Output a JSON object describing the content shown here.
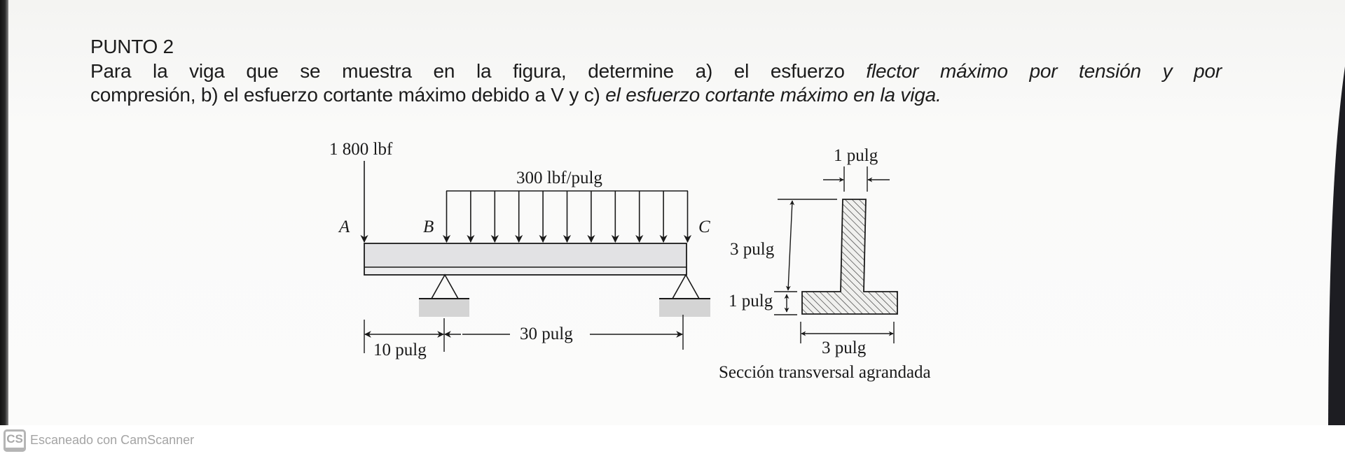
{
  "document": {
    "heading": "PUNTO 2",
    "paragraph": {
      "line1_plain": "Para la viga que se muestra en la figura, determine a) el esfuerzo ",
      "line1_italic": "flector máximo por tensión y por",
      "line2_plain": "compresión, b) el esfuerzo cortante máximo debido a V y c) ",
      "line2_italic": "el esfuerzo cortante máximo en la viga."
    }
  },
  "beam_figure": {
    "point_load_label": "1 800 lbf",
    "distributed_load_label": "300 lbf/pulg",
    "distributed_arrow_count": 11,
    "point_labels": {
      "a": "A",
      "b": "B",
      "c": "C"
    },
    "dimension_ab": "10 pulg",
    "dimension_bc": "30 pulg"
  },
  "cross_section": {
    "web_width_label": "1 pulg",
    "web_height_label": "3 pulg",
    "flange_thickness_label": "1 pulg",
    "flange_width_label": "3 pulg",
    "caption": "Sección transversal agrandada"
  },
  "footer": {
    "logo_text": "CS",
    "text": "Escaneado con CamScanner"
  },
  "colors": {
    "text": "#1c1c1c",
    "beam_fill": "#e2e2e4",
    "support_fill": "#d4d4d4",
    "footer_text": "#a4a4a4"
  }
}
